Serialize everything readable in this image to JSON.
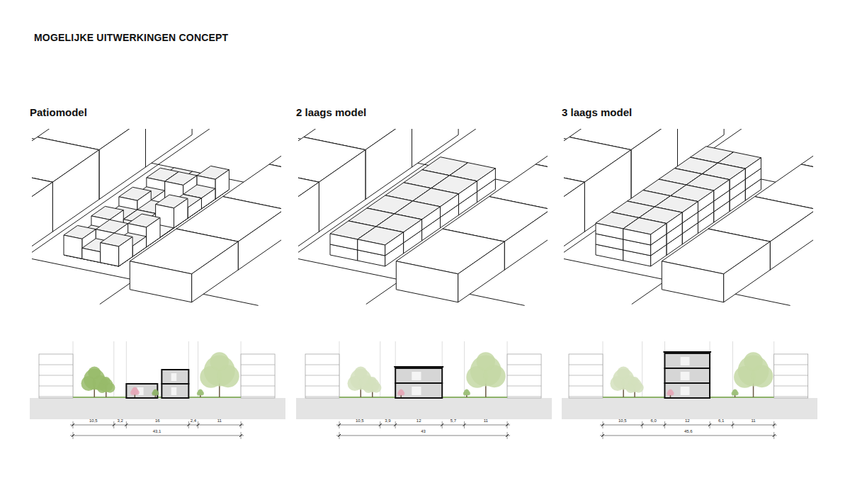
{
  "diagram": {
    "title": "MOGELIJKE UITWERKINGEN CONCEPT",
    "labels": [
      "Patiomodel",
      "2 laags model",
      "3 laags model",
      "10,5",
      "3,2",
      "16",
      "2,4",
      "11",
      "43,1",
      "10,5",
      "3,9",
      "12",
      "5,7",
      "11",
      "43",
      "10,5",
      "6,0",
      "12",
      "6,1",
      "11",
      "45,6"
    ]
  }
}
